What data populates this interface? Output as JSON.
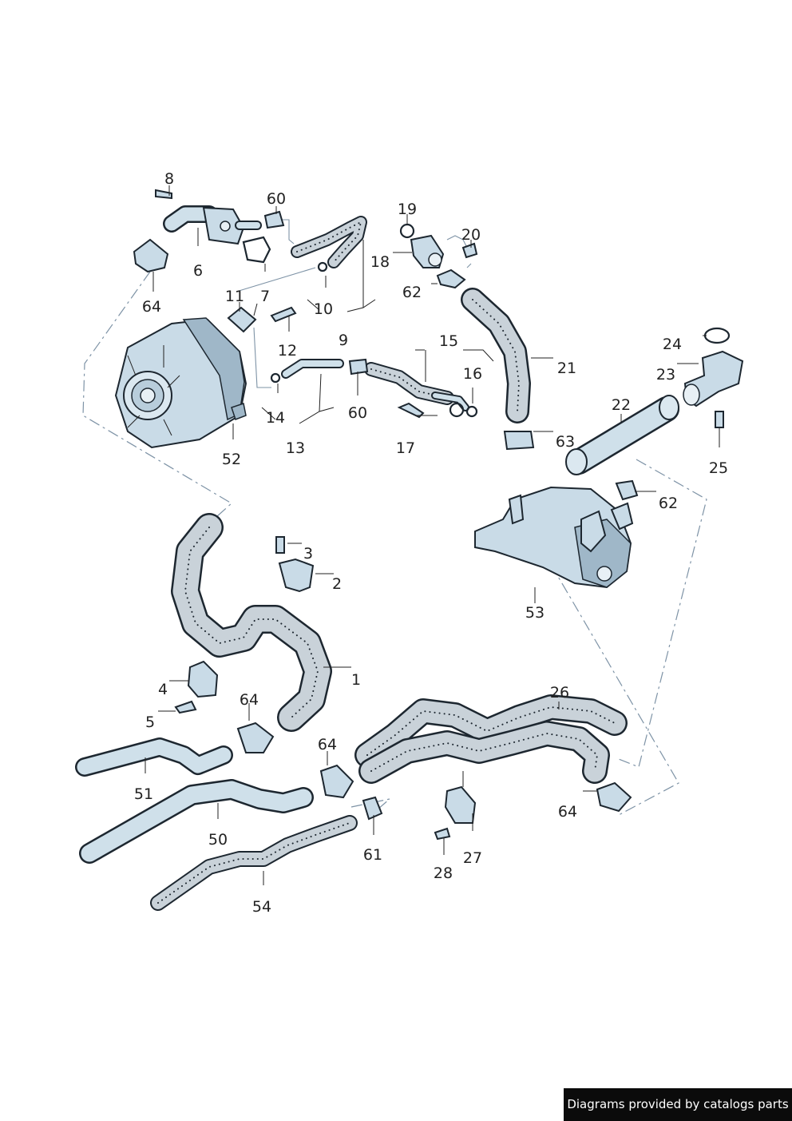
{
  "diagram": {
    "labels": {
      "l1": "1",
      "l2": "2",
      "l3": "3",
      "l4": "4",
      "l5": "5",
      "l6": "6",
      "l7": "7",
      "l8": "8",
      "l9": "9",
      "l10": "10",
      "l11": "11",
      "l12": "12",
      "l13": "13",
      "l14": "14",
      "l15": "15",
      "l16": "16",
      "l17": "17",
      "l18": "18",
      "l19": "19",
      "l20": "20",
      "l21": "21",
      "l22": "22",
      "l23": "23",
      "l24": "24",
      "l25": "25",
      "l26": "26",
      "l27": "27",
      "l28": "28",
      "l50": "50",
      "l51": "51",
      "l52": "52",
      "l53": "53",
      "l54": "54",
      "l60a": "60",
      "l60b": "60",
      "l61": "61",
      "l62a": "62",
      "l62b": "62",
      "l63": "63",
      "l64a": "64",
      "l64b": "64",
      "l64c": "64",
      "l64d": "64"
    }
  },
  "footer": {
    "credit": "Diagrams provided by catalogs parts"
  }
}
